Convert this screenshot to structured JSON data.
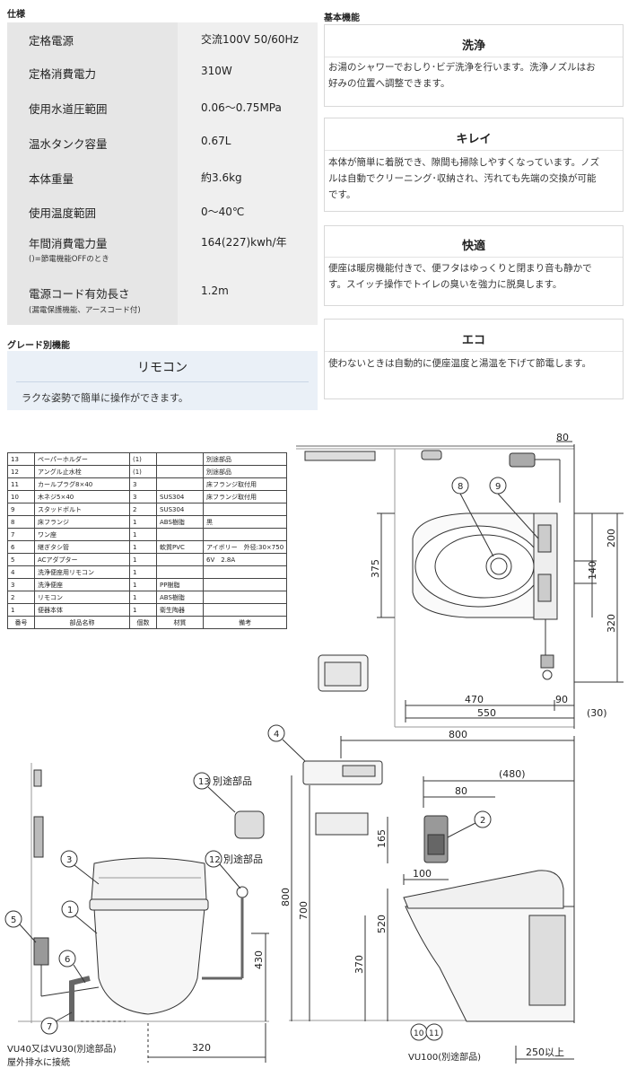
{
  "spec": {
    "title": "仕様",
    "rows": [
      {
        "label": "定格電源",
        "value": "交流100V 50/60Hz"
      },
      {
        "label": "定格消費電力",
        "value": "310W"
      },
      {
        "label": "使用水道圧範囲",
        "value": "0.06〜0.75MPa"
      },
      {
        "label": "温水タンク容量",
        "value": "0.67L"
      },
      {
        "label": "本体重量",
        "value": "約3.6kg"
      },
      {
        "label": "使用温度範囲",
        "value": "0〜40℃"
      },
      {
        "label": "年間消費電力量",
        "sub": "()=節電機能OFFのとき",
        "value": "164(227)kwh/年"
      },
      {
        "label": "電源コード有効長さ",
        "sub": "(漏電保護機能、アースコード付)",
        "value": "1.2m"
      }
    ]
  },
  "features": {
    "title": "基本機能",
    "items": [
      {
        "title": "洗浄",
        "lines": [
          "お湯のシャワーでおしり･ビデ洗浄を行います。洗浄ノズルはお",
          "好みの位置へ調整できます。"
        ]
      },
      {
        "title": "キレイ",
        "lines": [
          "本体が簡単に着脱でき、隙間も掃除しやすくなっています。ノズ",
          "ルは自動でクリーニング･収納され、汚れても先端の交換が可能",
          "です。"
        ]
      },
      {
        "title": "快適",
        "lines": [
          "便座は暖房機能付きで、便フタはゆっくりと閉まり音も静かで",
          "す。スイッチ操作でトイレの臭いを強力に脱臭します。"
        ]
      },
      {
        "title": "エコ",
        "lines": [
          "使わないときは自動的に便座温度と湯温を下げて節電します。"
        ]
      }
    ]
  },
  "grade": {
    "title": "グレード別機能",
    "name": "リモコン",
    "desc": "ラクな姿勢で簡単に操作ができます。"
  },
  "parts": {
    "header": [
      "番号",
      "部品名称",
      "個数",
      "材質",
      "備考"
    ],
    "rows": [
      [
        "13",
        "ペーパーホルダー",
        "(1)",
        "",
        "別途部品"
      ],
      [
        "12",
        "アングル止水栓",
        "(1)",
        "",
        "別途部品"
      ],
      [
        "11",
        "カールプラグ8×40",
        "3",
        "",
        "床フランジ取付用"
      ],
      [
        "10",
        "木ネジ5×40",
        "3",
        "SUS304",
        "床フランジ取付用"
      ],
      [
        "9",
        "スタッドボルト",
        "2",
        "SUS304",
        ""
      ],
      [
        "8",
        "床フランジ",
        "1",
        "ABS樹脂",
        "黒"
      ],
      [
        "7",
        "ワン座",
        "1",
        "",
        ""
      ],
      [
        "6",
        "継ぎタシ管",
        "1",
        "軟質PVC",
        "アイボリー　外径:30×750"
      ],
      [
        "5",
        "ACアダプター",
        "1",
        "",
        "6V　2.8A"
      ],
      [
        "4",
        "洗浄便座用リモコン",
        "1",
        "",
        ""
      ],
      [
        "3",
        "洗浄便座",
        "1",
        "PP樹脂",
        ""
      ],
      [
        "2",
        "リモコン",
        "1",
        "ABS樹脂",
        ""
      ],
      [
        "1",
        "便器本体",
        "1",
        "衛生陶器",
        ""
      ]
    ]
  },
  "drawing": {
    "top": {
      "d80": "80",
      "d200": "200",
      "d140": "140",
      "d375": "375",
      "d320": "320",
      "d470": "470",
      "d90": "90",
      "d550": "550",
      "d30": "(30)",
      "c8": "8",
      "c9": "9"
    },
    "front": {
      "c13": "13",
      "note13": "別途部品",
      "c12": "12",
      "note12": "別途部品",
      "c3": "3",
      "c1": "1",
      "c5": "5",
      "c6": "6",
      "c7": "7",
      "d430": "430",
      "d320": "320",
      "vu40": "VU40又はVU30(別途部品)",
      "vu40b": "屋外排水に接続"
    },
    "side": {
      "c4": "4",
      "c2": "2",
      "d800w": "800",
      "d480": "(480)",
      "d80": "80",
      "d165": "165",
      "d100": "100",
      "d800h": "800",
      "d700": "700",
      "d520": "520",
      "d370": "370",
      "c10": "10",
      "c11": "11",
      "vu100": "VU100(別途部品)",
      "d250": "250以上"
    }
  }
}
